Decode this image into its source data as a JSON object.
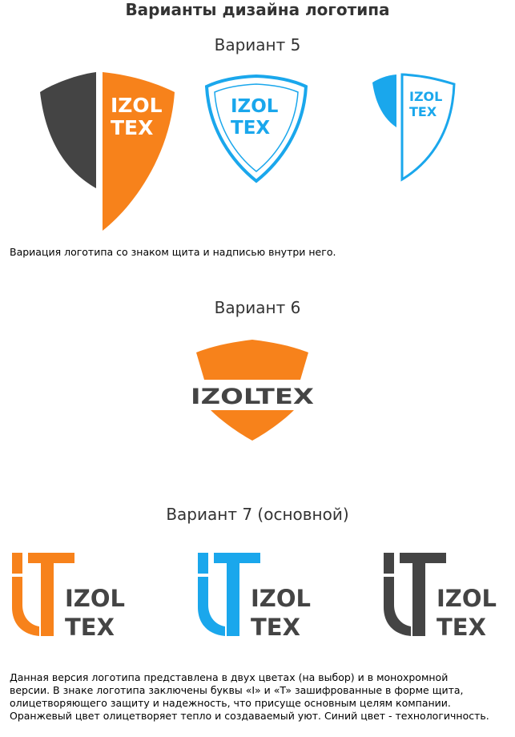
{
  "page_title": "Варианты дизайна логотипа",
  "variant5": {
    "title": "Вариант 5",
    "logo_line1": "IZOL",
    "logo_line2": "TEX",
    "caption": "Вариация логотипа со знаком щита и надписью внутри него."
  },
  "variant6": {
    "title": "Вариант 6",
    "logo_text": "IZOLTEX"
  },
  "variant7": {
    "title": "Вариант 7 (основной)",
    "logo_line1": "IZOL",
    "logo_line2": "TEX",
    "caption_lines": [
      "Данная версия логотипа представлена в двух цветах (на выбор) и в монохромной",
      "версии. В знаке логотипа заключены буквы «I» и «T» зашифрованные в форме щита,",
      "олицетворяющего защиту и надежность, что присуще основным целям компании.",
      "Оранжевый цвет олицетворяет тепло и создаваемый уют. Синий цвет - технологичность."
    ]
  },
  "colors": {
    "orange": "#F7821B",
    "blue": "#1AA7EC",
    "dark": "#444444",
    "heading": "#333333"
  }
}
